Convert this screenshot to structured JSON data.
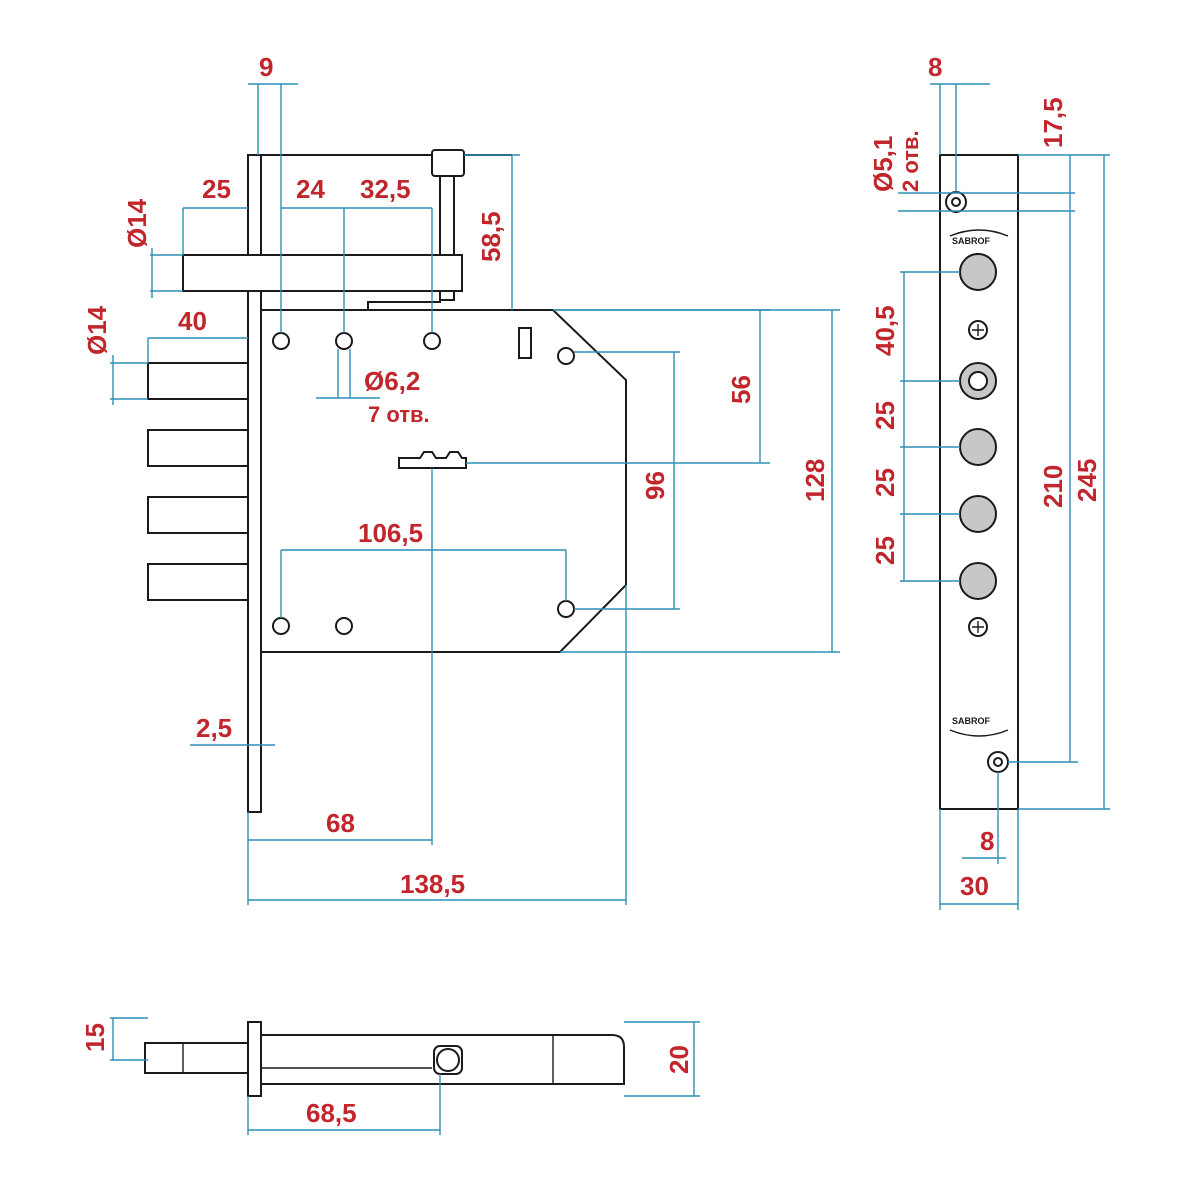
{
  "dimensions": {
    "d9": "9",
    "d25": "25",
    "d24": "24",
    "d32_5": "32,5",
    "d58_5": "58,5",
    "dia14_top": "Ø14",
    "dia14_bottom": "Ø14",
    "d40": "40",
    "dia6_2": "Ø6,2",
    "holes7": "7 отв.",
    "d56": "56",
    "d96": "96",
    "d128": "128",
    "d106_5": "106,5",
    "d2_5": "2,5",
    "d68": "68",
    "d138_5": "138,5",
    "d15": "15",
    "d20": "20",
    "d68_5": "68,5",
    "fp_8_top": "8",
    "fp_dia5_1": "Ø5,1",
    "fp_holes2": "2 отв.",
    "fp_17_5": "17,5",
    "fp_40_5": "40,5",
    "fp_25_a": "25",
    "fp_25_b": "25",
    "fp_25_c": "25",
    "fp_210": "210",
    "fp_245": "245",
    "fp_8_bottom": "8",
    "fp_30": "30"
  },
  "faceplate_mark": "SABROF"
}
